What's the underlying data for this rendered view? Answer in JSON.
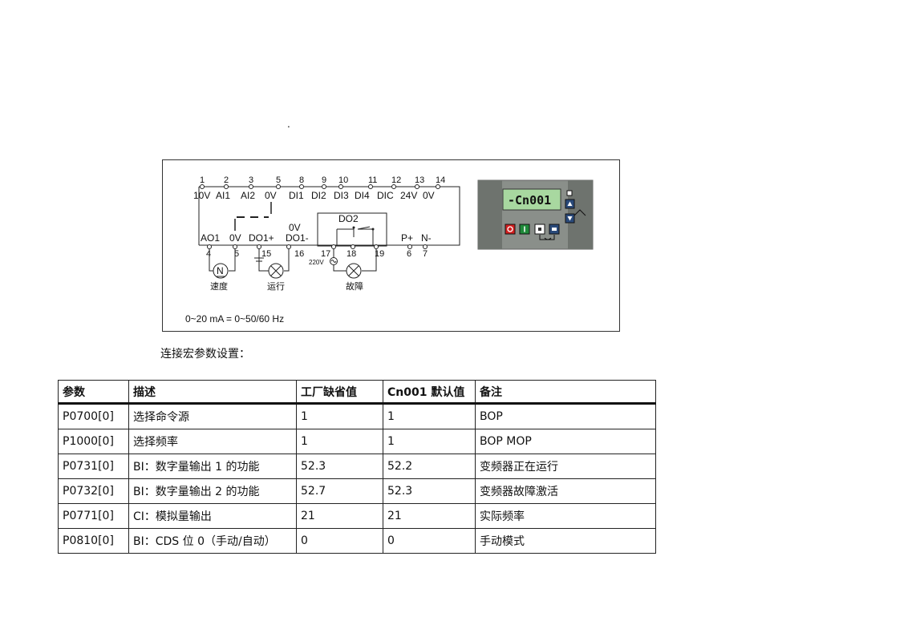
{
  "diagram": {
    "top_pins": [
      "1",
      "2",
      "3",
      "5",
      "8",
      "9",
      "10",
      "11",
      "12",
      "13",
      "14"
    ],
    "top_labels": [
      "10V",
      "AI1",
      "AI2",
      "0V",
      "DI1",
      "DI2",
      "DI3",
      "DI4",
      "DIC",
      "24V",
      "0V"
    ],
    "bottom_labels": [
      "AO1",
      "0V",
      "DO1+",
      "DO1-",
      "P+",
      "N-"
    ],
    "ov_label": "0V",
    "do2_label": "DO2",
    "bottom_pins": [
      "4",
      "5",
      "15",
      "16",
      "17",
      "18",
      "19",
      "6",
      "7"
    ],
    "voltage_label": "220V",
    "motor_symbol": "N",
    "speed_label": "速度",
    "run_label": "运行",
    "fault_label": "故障",
    "note": "0~20 mA = 0~50/60 Hz",
    "bop_display": "-Cn001"
  },
  "section_title": "连接宏参数设置：",
  "table": {
    "headers": [
      "参数",
      "描述",
      "工厂缺省值",
      "Cn001 默认值",
      "备注"
    ],
    "rows": [
      [
        "P0700[0]",
        "选择命令源",
        "1",
        "1",
        "BOP"
      ],
      [
        "P1000[0]",
        "选择频率",
        "1",
        "1",
        "BOP MOP"
      ],
      [
        "P0731[0]",
        "BI：数字量输出 1 的功能",
        "52.3",
        "52.2",
        "变频器正在运行"
      ],
      [
        "P0732[0]",
        "BI：数字量输出 2 的功能",
        "52.7",
        "52.3",
        "变频器故障激活"
      ],
      [
        "P0771[0]",
        "CI：模拟量输出",
        "21",
        "21",
        "实际频率"
      ],
      [
        "P0810[0]",
        "BI：CDS 位 0（手动/自动）",
        "0",
        "0",
        "手动模式"
      ]
    ]
  },
  "colors": {
    "bop_body": "#8a8f8a",
    "bop_display": "#a8d8a0",
    "stop_button": "#d22020",
    "run_button": "#1f8a3a",
    "nav_button": "#2a4a7a"
  }
}
